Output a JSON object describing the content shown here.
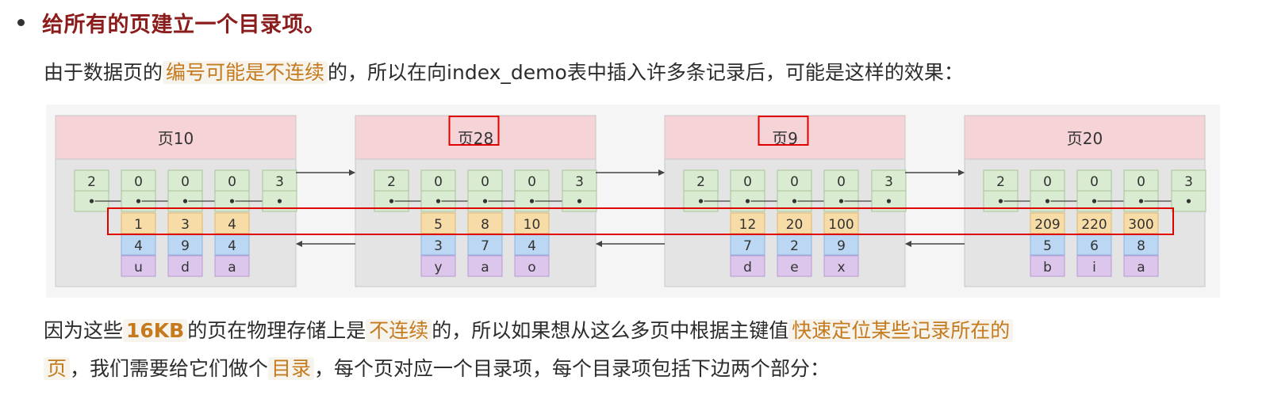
{
  "heading": "给所有的页建立一个目录项。",
  "para1": {
    "before": "由于数据页的",
    "highlight": "编号可能是不连续",
    "after": "的，所以在向index_demo表中插入许多条记录后，可能是这样的效果："
  },
  "para2": {
    "t1": "因为这些",
    "h1": "16KB",
    "t2": "的页在物理存储上是",
    "h2": "不连续",
    "t3": "的，所以如果想从这么多页中根据主键值",
    "h3": "快速定位某些记录所在的"
  },
  "para3": {
    "h1": "页",
    "t1": "，我们需要给它们做个",
    "h2": "目录",
    "t2": "，每个页对应一个目录项，每个目录项包括下边两个部分："
  },
  "diagram": {
    "colors": {
      "header": "#f6d3d6",
      "body": "#e4e4e4",
      "infimum": "#d9ebd0",
      "key": "#f7dca8",
      "col2": "#bcd7f4",
      "col3": "#dcc6ec",
      "highlight": "#e00000"
    },
    "pages": [
      {
        "title": "页10",
        "highlight_title": false,
        "slots": [
          "2",
          "0",
          "0",
          "0",
          "3"
        ],
        "records": [
          {
            "key": "1",
            "c2": "4",
            "c3": "u"
          },
          {
            "key": "3",
            "c2": "9",
            "c3": "d"
          },
          {
            "key": "4",
            "c2": "4",
            "c3": "a"
          }
        ]
      },
      {
        "title": "页28",
        "highlight_title": true,
        "slots": [
          "2",
          "0",
          "0",
          "0",
          "3"
        ],
        "records": [
          {
            "key": "5",
            "c2": "3",
            "c3": "y"
          },
          {
            "key": "8",
            "c2": "7",
            "c3": "a"
          },
          {
            "key": "10",
            "c2": "4",
            "c3": "o"
          }
        ]
      },
      {
        "title": "页9",
        "highlight_title": true,
        "slots": [
          "2",
          "0",
          "0",
          "0",
          "3"
        ],
        "records": [
          {
            "key": "12",
            "c2": "7",
            "c3": "d"
          },
          {
            "key": "20",
            "c2": "2",
            "c3": "e"
          },
          {
            "key": "100",
            "c2": "9",
            "c3": "x"
          }
        ]
      },
      {
        "title": "页20",
        "highlight_title": false,
        "slots": [
          "2",
          "0",
          "0",
          "0",
          "3"
        ],
        "records": [
          {
            "key": "209",
            "c2": "5",
            "c3": "b"
          },
          {
            "key": "220",
            "c2": "6",
            "c3": "i"
          },
          {
            "key": "300",
            "c2": "8",
            "c3": "a"
          }
        ]
      }
    ]
  }
}
